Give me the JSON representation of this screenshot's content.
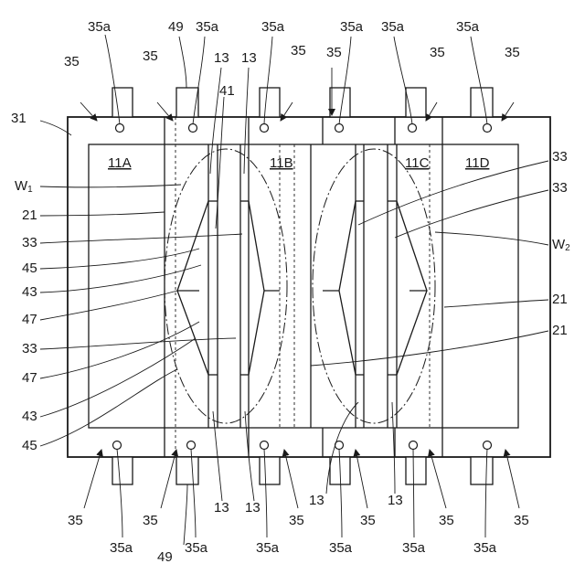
{
  "labels": {
    "frame": "31",
    "unit_a": "11A",
    "unit_b": "11B",
    "unit_c": "11C",
    "unit_d": "11D",
    "window_1_main": "W",
    "window_1_sub": "1",
    "window_2_main": "W",
    "window_2_sub": "2",
    "spacer": "21",
    "membrane": "33",
    "edge_1": "45",
    "edge_2": "43",
    "edge_3": "47",
    "sheet": "41",
    "plate": "13",
    "clamp": "35",
    "clamp_hole": "35a",
    "post": "49"
  }
}
